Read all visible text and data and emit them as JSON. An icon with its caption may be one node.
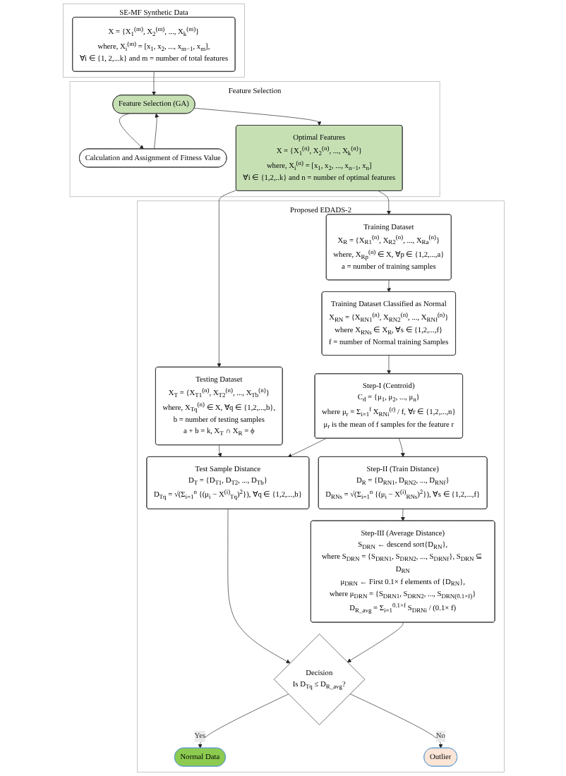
{
  "diagram": {
    "nodes": [
      {
        "text": [
          "SE-MF Synthetic Data"
        ]
      },
      {
        "text": [
          "X = {X$_{1}$$^{(m)}$, X$_{2}$$^{(m)}$, ..., X$_{k}$$^{(m)}$}",
          "where, X$_{i}$$^{(m)}$ = [x$_{1}$, x$_{2}$, ..., x$_{m−1}$, x$_{m}$],",
          "∀i ∈ {1, 2,...k} and m = number of total features"
        ],
        "in": 0
      },
      {
        "text": [
          "Feature Selection"
        ]
      },
      {
        "text": [
          "Feature Selection (GA)"
        ],
        "in": 2
      },
      {
        "text": [
          "Calculation and Assignment of Fitness Value"
        ],
        "in": 2
      },
      {
        "text": [
          "Optimal Features",
          "X = {X$_{1}$$^{(n)}$, X$_{2}$$^{(n)}$, ..., X$_{k}$$^{(n)}$}",
          "where, X$_{i}$$^{(n)}$ = [x$_{1}$, x$_{2}$, ..., x$_{n−1}$, x$_{n}$]",
          "∀i ∈ {1,2,..k} and n = number of optimal features"
        ],
        "in": 2
      },
      {
        "text": [
          "Proposed EDADS-2"
        ]
      },
      {
        "text": [
          "Testing Dataset",
          "X$_{T}$ = {X$_{T1}$$^{(n)}$, X$_{T2}$$^{(n)}$, ..., X$_{Tb}$$^{(n)}$}",
          "where, X$_{Tq}$$^{(n)}$ ∈ X, ∀q ∈ {1,2,...,b},",
          "b = number of testing samples",
          "a + b = k, X$_{T}$ ∩ X$_{R}$ = ϕ"
        ],
        "in": 6
      },
      {
        "text": [
          "Training Dataset",
          "X$_{R}$ = {X$_{R1}$$^{(n)}$, X$_{R2}$$^{(n)}$, ..., X$_{Ra}$$^{(n)}$}",
          "where, X$_{Rp}$$^{(n)}$ ∈ X, ∀p ∈ {1,2,...,a}",
          "a = number of training samples"
        ],
        "in": 6
      },
      {
        "text": [
          "Training Dataset Classified as Normal",
          "X$_{RN}$ = {X$_{RN1}$$^{(n)}$, X$_{RN2}$$^{(n)}$, ..., X$_{RNf}$$^{(n)}$}",
          "where X$_{RNs}$ ∈ X$_{R}$, ∀s ∈ {1,2,...,f}",
          "f = number of Normal training Samples"
        ],
        "in": 6
      },
      {
        "text": [
          "Step-I (Centroid)",
          "C$_{d}$ = {μ$_{1}$, μ$_{2}$, ..., μ$_{n}$}",
          "where μ$_{r}$ = Σ$_{i=1}$$^{f}$ X$_{RNi}$$^{(r)}$ / f, ∀r ∈ {1,2,...,n}",
          "μ$_{r}$ is the mean of f samples for the feature r"
        ],
        "in": 6
      },
      {
        "text": [
          "Step-II (Train Distance)",
          "D$_{R}$ = {D$_{RN1}$, D$_{RN2}$, ..., D$_{RNf}$}",
          "D$_{RNs}$ = √(Σ$_{i=1}$$^{n}$ {(μ$_{i}$ − X$^{(i)}$$_{RNs}$)$^{2}$}), ∀s ∈ {1,2,...,f}"
        ],
        "in": 6
      },
      {
        "text": [
          "Step-III (Average Distance)",
          "S$_{DRN}$ ← descend sort{D$_{RN}$},",
          "where S$_{DRN}$ = {S$_{DRN1}$, S$_{DRN2}$, ..., S$_{DRNf}$}, S$_{DRN}$ ⊆ D$_{RN}$",
          "μ$_{DRN}$ ← First 0.1× f elements of {D$_{RN}$},",
          "where μ$_{DRN}$ = {S$_{DRN1}$, S$_{DRN2}$, ..., S$_{DRN(0.1×f)}$}",
          "D$_{R_avg}$ = Σ$_{i=1}$$^{0.1×f}$ S$_{DRNi}$ / (0.1× f)"
        ],
        "in": 6
      },
      {
        "text": [
          "Test Sample Distance",
          "D$_{T}$ = {D$_{T1}$, D$_{T2}$, ..., D$_{Tb}$}",
          "D$_{Tq}$ = √(Σ$_{i=1}$$^{n}$ {(μ$_{i}$ − X$^{(i)}$$_{Tq}$)$^{2}$}), ∀q ∈ {1,2,...,b}"
        ],
        "in": 6
      },
      {
        "text": [
          "Decision",
          "Is D$_{Tq}$ ≤ D$_{R_avg}$?"
        ],
        "in": 6
      },
      {
        "text": [
          "Normal Data"
        ],
        "in": 6
      },
      {
        "text": [
          "Outlier"
        ],
        "in": 6
      }
    ],
    "edges": [
      {
        "from": 1,
        "to": 3,
        "arrow": "to"
      },
      {
        "from": 3,
        "to": 4,
        "arrow": "to"
      },
      {
        "from": 4,
        "to": 3,
        "arrow": "to"
      },
      {
        "from": 3,
        "to": 5,
        "arrow": "to"
      },
      {
        "from": 5,
        "to": 7,
        "arrow": "to"
      },
      {
        "from": 5,
        "to": 8,
        "arrow": "to"
      },
      {
        "from": 8,
        "to": 9,
        "arrow": "to"
      },
      {
        "from": 9,
        "to": 10,
        "arrow": "to"
      },
      {
        "from": 10,
        "to": 11,
        "arrow": "to"
      },
      {
        "from": 11,
        "to": 12,
        "arrow": "to"
      },
      {
        "from": 7,
        "to": 13,
        "arrow": "to"
      },
      {
        "from": 10,
        "to": 13,
        "arrow": "to"
      },
      {
        "from": 13,
        "to": 14,
        "arrow": "to"
      },
      {
        "from": 12,
        "to": 14,
        "arrow": "to"
      },
      {
        "from": 14,
        "to": 15,
        "label": "Yes",
        "arrow": "to"
      },
      {
        "from": 14,
        "to": 16,
        "label": "No",
        "arrow": "to"
      }
    ]
  }
}
